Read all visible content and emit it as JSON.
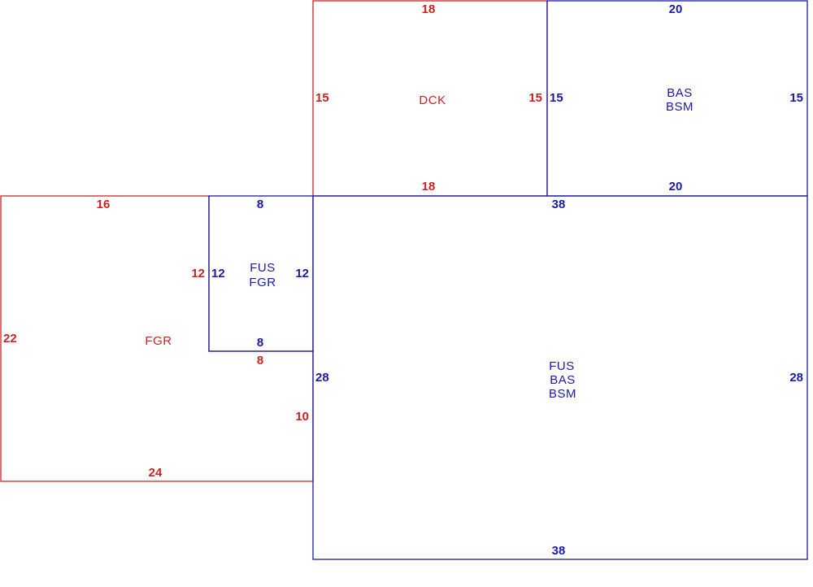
{
  "colors": {
    "red": "#cc2222",
    "blue": "#1a1aaa",
    "background": "#ffffff"
  },
  "regions": {
    "dck": {
      "codes": [
        "DCK"
      ],
      "dims": {
        "top": "18",
        "bottom": "18",
        "left": "15",
        "right": "15"
      }
    },
    "bas_bsm": {
      "codes": [
        "BAS",
        "BSM"
      ],
      "dims": {
        "top": "20",
        "bottom": "20",
        "left": "15",
        "right": "15"
      }
    },
    "fgr": {
      "codes": [
        "FGR"
      ],
      "dims": {
        "top": "16",
        "inner_right": "12",
        "inner_bottom": "8",
        "left": "22",
        "lower_right": "10",
        "bottom": "24"
      }
    },
    "fus_fgr": {
      "codes": [
        "FUS",
        "FGR"
      ],
      "dims": {
        "top": "8",
        "bottom": "8",
        "left": "12",
        "right": "12"
      }
    },
    "fus_bas_bsm": {
      "codes": [
        "FUS",
        "BAS",
        "BSM"
      ],
      "dims": {
        "top": "38",
        "bottom": "38",
        "left": "28",
        "right": "28"
      }
    }
  }
}
